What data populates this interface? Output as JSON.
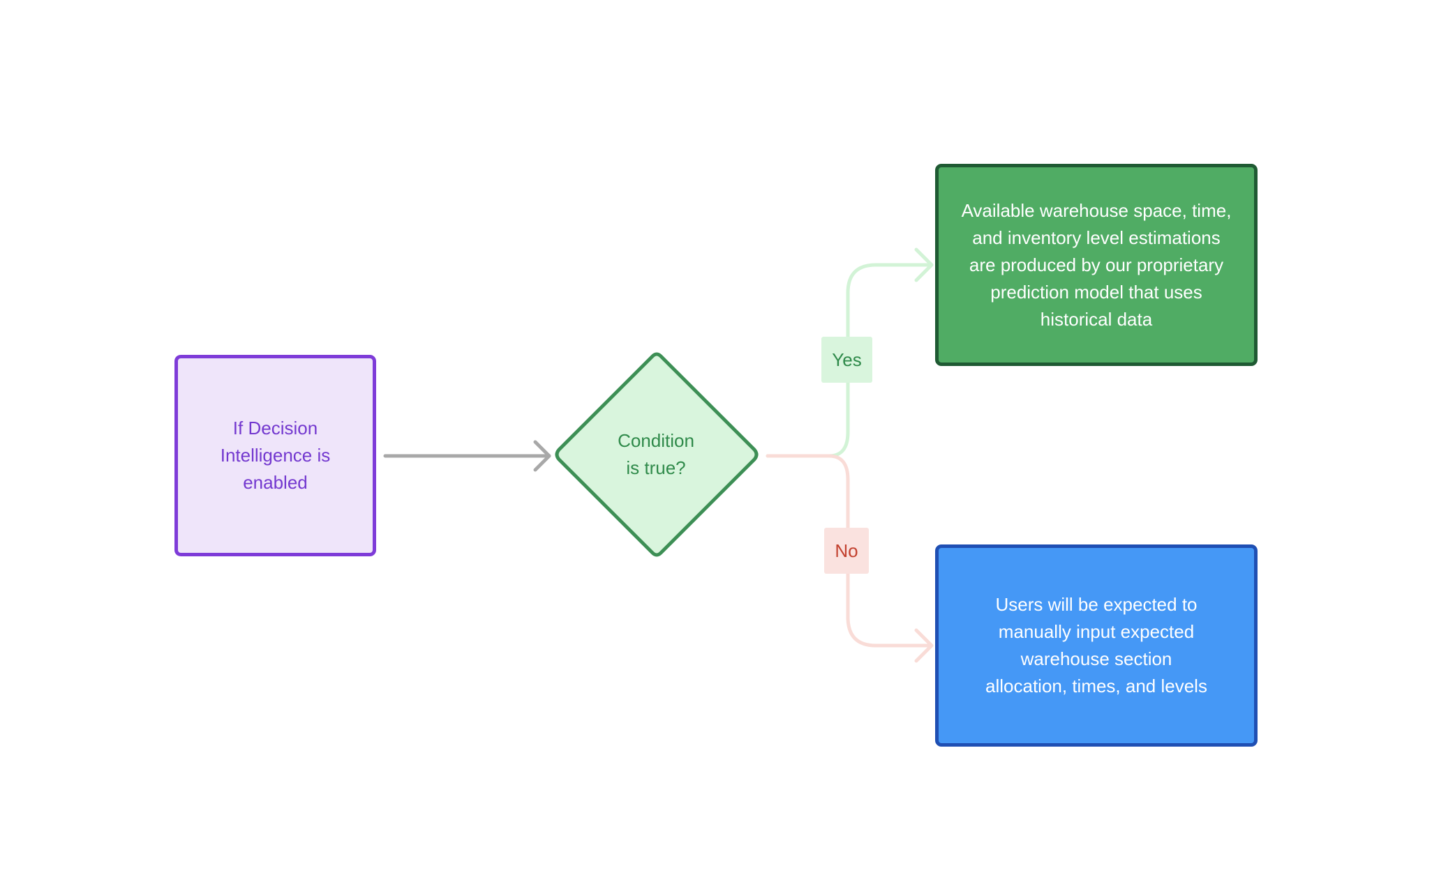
{
  "diagram": {
    "start_node": {
      "text": "If Decision\nIntelligence is\nenabled",
      "fill": "#efe5fa",
      "border": "#7e3bd8",
      "text_color": "#7338cf"
    },
    "decision_node": {
      "text": "Condition\nis true?",
      "fill": "#d9f5dd",
      "border": "#3d8f55",
      "text_color": "#2f8a4a"
    },
    "yes_branch": {
      "label": "Yes",
      "label_fill": "#d9f5dd",
      "connector_color": "#d2f3d6",
      "node_text": "Available warehouse space, time, and inventory level estimations are produced by our proprietary prediction model that uses historical data",
      "node_fill": "#50ac64",
      "node_border": "#1f5a33"
    },
    "no_branch": {
      "label": "No",
      "label_fill": "#fae2df",
      "connector_color": "#f9dcd7",
      "node_text": "Users will be expected to manually input expected warehouse section allocation, times, and levels",
      "node_fill": "#4598f6",
      "node_border": "#1f4fb3"
    },
    "main_connector_color": "#a8a8a8"
  }
}
